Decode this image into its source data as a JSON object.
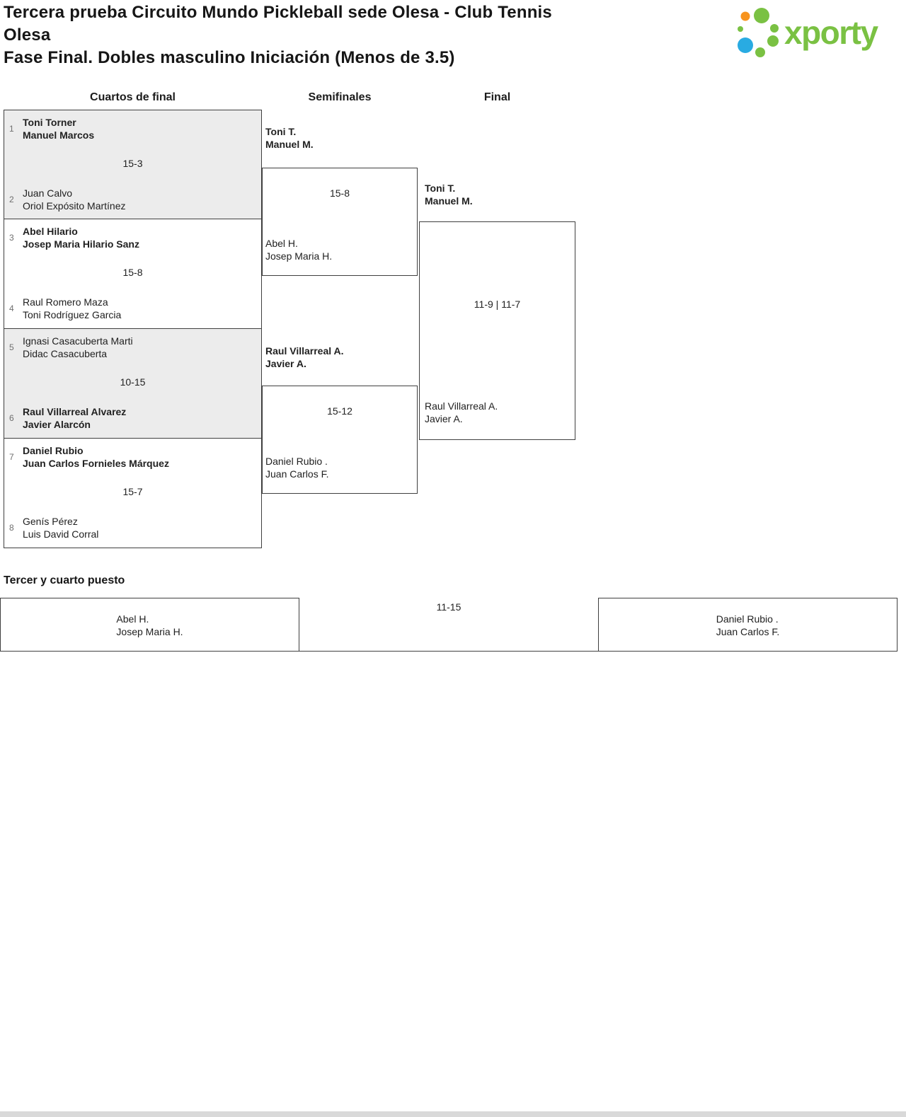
{
  "header": {
    "title_line1": "Tercera prueba Circuito Mundo Pickleball sede Olesa - Club Tennis",
    "title_line2": "Olesa",
    "subtitle": "Fase Final. Dobles masculino Iniciación (Menos de 3.5)"
  },
  "logo": {
    "text": "xporty"
  },
  "colors": {
    "brand_green": "#7AC143",
    "brand_orange": "#F7941E",
    "brand_blue": "#29ABE2",
    "match_box_grey": "#ececec",
    "border": "#3f3f3f"
  },
  "bracket": {
    "round_headers": [
      "Cuartos de final",
      "Semifinales",
      "Final"
    ],
    "quarterfinals": [
      {
        "seed_top": "1",
        "team_top_1": "Toni Torner",
        "team_top_2": "Manuel Marcos",
        "score": "15-3",
        "seed_bottom": "2",
        "team_bottom_1": "Juan Calvo",
        "team_bottom_2": "Oriol Expósito Martínez"
      },
      {
        "seed_top": "3",
        "team_top_1": "Abel Hilario",
        "team_top_2": "Josep Maria Hilario Sanz",
        "score": "15-8",
        "seed_bottom": "4",
        "team_bottom_1": "Raul Romero Maza",
        "team_bottom_2": "Toni Rodríguez Garcia"
      },
      {
        "seed_top": "5",
        "team_top_1": "Ignasi Casacuberta Marti",
        "team_top_2": "Didac Casacuberta",
        "score": "10-15",
        "seed_bottom": "6",
        "team_bottom_1": "Raul Villarreal Alvarez",
        "team_bottom_2": "Javier Alarcón"
      },
      {
        "seed_top": "7",
        "team_top_1": "Daniel Rubio",
        "team_top_2": "Juan Carlos Fornieles Márquez",
        "score": "15-7",
        "seed_bottom": "8",
        "team_bottom_1": "Genís Pérez",
        "team_bottom_2": "Luis David Corral"
      }
    ],
    "semifinals": [
      {
        "team_top_1": "Toni T.",
        "team_top_2": "Manuel M.",
        "score": "15-8",
        "team_bottom_1": "Abel H.",
        "team_bottom_2": "Josep Maria H."
      },
      {
        "team_top_1": "Raul Villarreal A.",
        "team_top_2": "Javier A.",
        "score": "15-12",
        "team_bottom_1": "Daniel Rubio .",
        "team_bottom_2": "Juan Carlos F."
      }
    ],
    "final": {
      "team_top_1": "Toni T.",
      "team_top_2": "Manuel M.",
      "score": "11-9 | 11-7",
      "team_bottom_1": "Raul Villarreal A.",
      "team_bottom_2": "Javier A."
    },
    "third_place": {
      "heading": "Tercer y cuarto puesto",
      "team_left_1": "Abel H.",
      "team_left_2": "Josep Maria H.",
      "score": "11-15",
      "team_right_1": "Daniel Rubio .",
      "team_right_2": "Juan Carlos F."
    }
  }
}
